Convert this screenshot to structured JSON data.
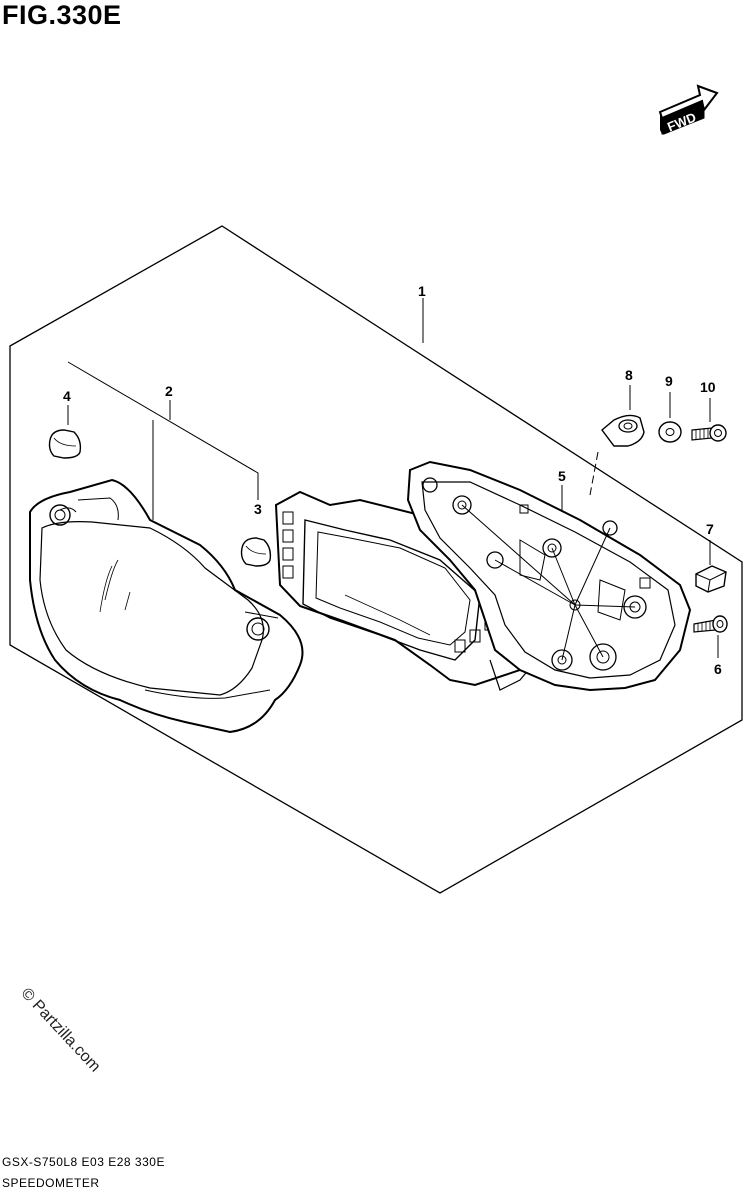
{
  "figure": {
    "title": "FIG.330E",
    "fwd_label": "FWD"
  },
  "callouts": [
    "1",
    "2",
    "3",
    "4",
    "5",
    "6",
    "7",
    "8",
    "9",
    "10"
  ],
  "watermark": "© Partzilla.com",
  "footer": {
    "code": "GSX-S750L8  E03  E28  330E",
    "name": "SPEEDOMETER"
  },
  "colors": {
    "line": "#000000",
    "background": "#ffffff"
  }
}
